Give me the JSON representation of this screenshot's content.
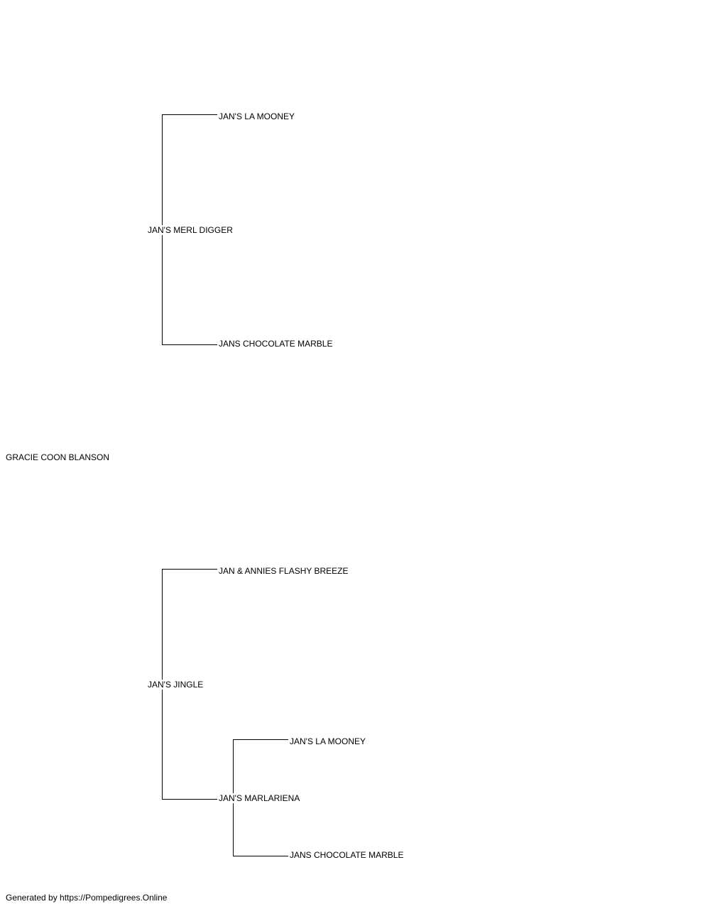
{
  "pedigree": {
    "subject": "GRACIE COON BLANSON",
    "sire": {
      "name": "JAN'S MERL DIGGER",
      "sire": "JAN'S LA MOONEY",
      "dam": "JANS CHOCOLATE MARBLE"
    },
    "dam": {
      "name": "JAN'S JINGLE",
      "sire": "JAN & ANNIES FLASHY BREEZE",
      "dam": {
        "name": "JAN'S MARLARIENA",
        "sire": "JAN'S LA MOONEY",
        "dam": "JANS CHOCOLATE MARBLE"
      }
    }
  },
  "footer": {
    "text": "Generated by https://Pompedigrees.Online"
  }
}
